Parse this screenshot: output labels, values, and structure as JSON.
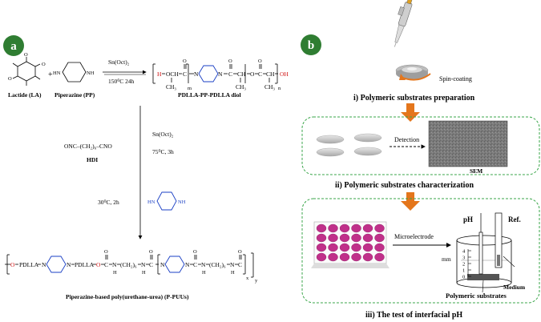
{
  "panel_a": {
    "badge": "a",
    "lactide_label": "Lactide (LA)",
    "piperazine_label": "Piperazine (PP)",
    "plus": "+",
    "ring_o": "O",
    "ring_nh": "HN",
    "ring_nh2": "NH",
    "cond1_catalyst": "Sn(Oct)₂",
    "cond1_temp": "150⁰C 24h",
    "diol_label": "PDLLA-PP-PDLLA diol",
    "diol_h": "H",
    "diol_o": "O",
    "diol_och": "OCH",
    "diol_c": "C",
    "diol_n": "N",
    "diol_ch": "CH",
    "diol_oh": "OH",
    "diol_ch3": "CH₃",
    "sub_m": "m",
    "sub_n": "n",
    "hdi_formula": "ONC–(CH₂)₆–CNO",
    "hdi_label": "HDI",
    "cond2_catalyst": "Sn(Oct)₂",
    "cond2_temp": "75⁰C, 3h",
    "cond3_temp": "30⁰C, 2h",
    "pp_hn": "HN",
    "pp_nh": "NH",
    "polymer_o": "O",
    "polymer_pdlla": "PDLLA",
    "polymer_n": "N",
    "polymer_c": "C",
    "polymer_h": "H",
    "polymer_ch2": "(CH₂)₆",
    "sub_x": "x",
    "sub_y": "y",
    "product_label": "Piperazine-based poly(urethane-urea) (P-PUUs)"
  },
  "panel_b": {
    "badge": "b",
    "spin_coating": "Spin-coating",
    "step1": "i)  Polymeric substrates preparation",
    "detection": "Detection",
    "sem": "SEM",
    "step2": "ii)  Polymeric substrates characterization",
    "microelectrode": "Microelectrode",
    "ph": "pH",
    "ref": "Ref.",
    "mm": "mm",
    "ticks": [
      "4",
      "3",
      "2",
      "1",
      "0"
    ],
    "medium": "Medium",
    "polymeric_substrates": "Polymeric substrates",
    "step3": "iii)  The test of interfacial pH"
  },
  "colors": {
    "badge_green": "#2f7d32",
    "dash_green": "#3aa64a",
    "arrow_orange": "#e4761c",
    "red_atom": "#d01010",
    "blue_ring": "#1a3fc4",
    "well_magenta": "#c0308a"
  }
}
